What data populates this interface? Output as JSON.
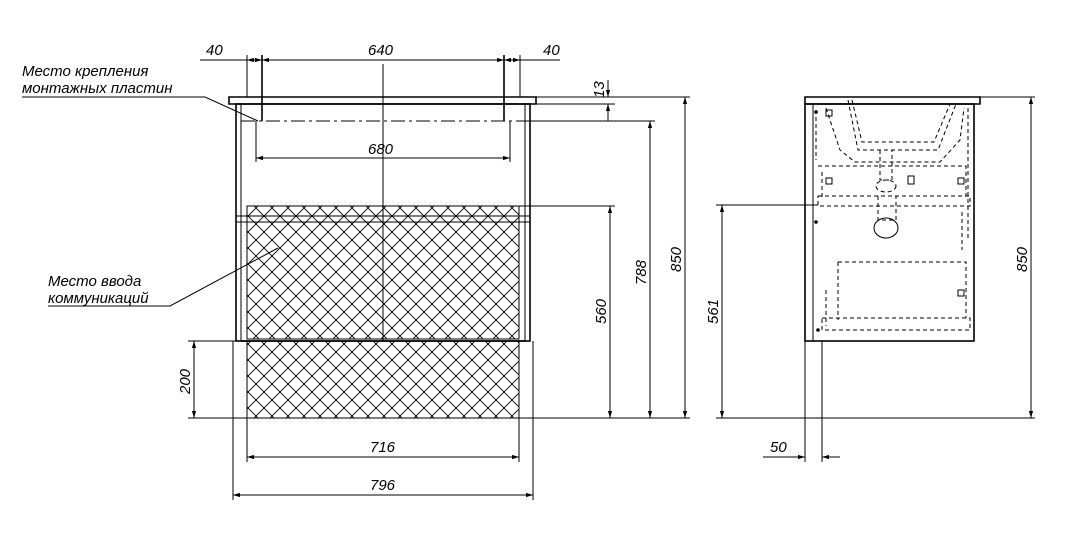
{
  "callouts": {
    "mounting_line1": "Место крепления",
    "mounting_line2": "монтажных пластин",
    "inlet_line1": "Место ввода",
    "inlet_line2": "коммуникаций"
  },
  "front_view": {
    "dims": {
      "left_offset": "40",
      "plate_spacing": "640",
      "right_offset": "40",
      "top_thickness": "13",
      "inner_width": "680",
      "overall_height": "850",
      "height_788": "788",
      "height_560": "560",
      "plinth_height": "200",
      "drawer_width": "716",
      "total_width": "796"
    }
  },
  "side_view": {
    "dims": {
      "height_561": "561",
      "overall_height": "850",
      "offset_50": "50"
    }
  }
}
